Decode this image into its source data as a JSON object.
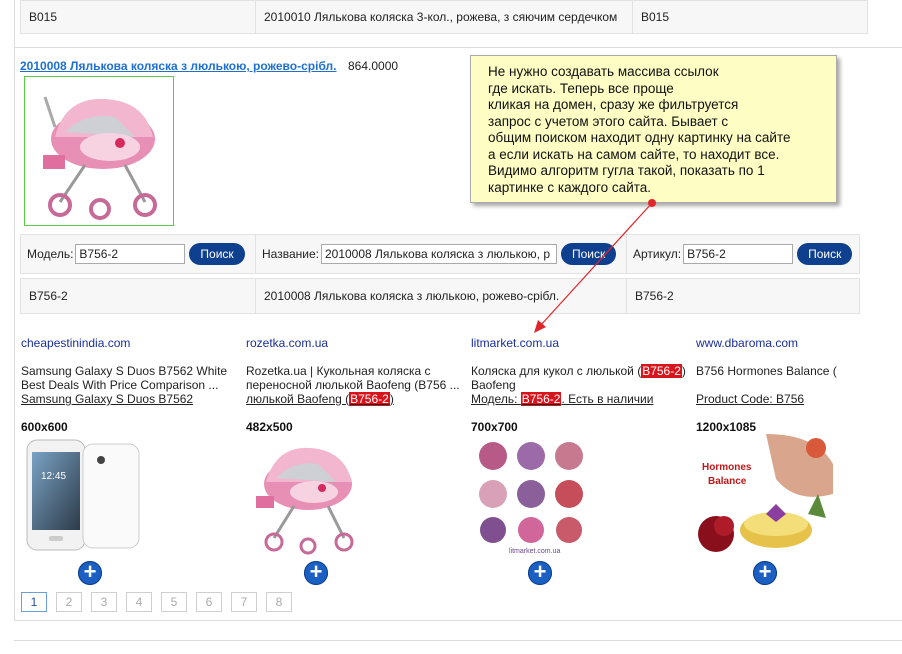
{
  "top_row": {
    "model": "B015",
    "name": "2010010 Лялькова коляска 3-кол., рожева, з сяючим сердечком",
    "article": "B015"
  },
  "product": {
    "title": "2010008 Лялькова коляска з люлькою, рожево-срібл.",
    "price": "864.0000"
  },
  "search": {
    "model_label": "Модель:",
    "model_value": "B756-2",
    "name_label": "Название:",
    "name_value": "2010008 Лялькова коляска з люлькою, р",
    "article_label": "Артикул:",
    "article_value": "B756-2",
    "button_label": "Поиск"
  },
  "values_row": {
    "model": "B756-2",
    "name": "2010008 Лялькова коляска з люлькою, рожево-срібл.",
    "article": "B756-2"
  },
  "note": {
    "lines": [
      "Не нужно создавать массива ссылок",
      "где искать. Теперь все проще",
      "кликая на домен, сразу же фильтруется",
      "запрос с учетом этого сайта. Бывает с",
      "общим поиском находит одну картинку на сайте",
      "а если искать на самом сайте, то находит все.",
      "Видимо алгоритм гугла такой, показать по 1",
      "картинке с каждого сайта."
    ]
  },
  "results": [
    {
      "domain": "cheapestinindia.com",
      "line1": "Samsung Galaxy S Duos B7562 White",
      "line2": "Best Deals With Price Comparison ...",
      "link": "Samsung Galaxy S Duos B7562",
      "dims": "600x600"
    },
    {
      "domain": "rozetka.com.ua",
      "line1": "Rozetka.ua | Кукольная коляска с",
      "line2": "переносной люлькой Baofeng (B756 ...",
      "link_pre": "люлькой Baofeng (",
      "link_hl": "B756-2",
      "link_post": ")",
      "dims": "482x500"
    },
    {
      "domain": "litmarket.com.ua",
      "line1_pre": "Коляска для кукол с люлькой (",
      "line1_hl": "B756-2",
      "line1_post": ")",
      "line2": "Baofeng",
      "link_pre": "Модель: ",
      "link_hl": "B756-2",
      "link_post": ". Есть в наличии",
      "dims": "700x700",
      "image_caption": "litmarket.com.ua"
    },
    {
      "domain": "www.dbaroma.com",
      "line1": "B756 Hormones Balance (",
      "link": "Product Code: B756",
      "dims": "1200x1085",
      "image_text1": "Hormones",
      "image_text2": "Balance"
    }
  ],
  "pager": [
    "1",
    "2",
    "3",
    "4",
    "5",
    "6",
    "7",
    "8"
  ],
  "colors": {
    "accent": "#0f3f8f",
    "highlight": "#d8141c",
    "link": "#1f6fd0",
    "domain": "#1a2f9c",
    "note_bg": "#fdfdc4",
    "arrow": "#e0262a"
  }
}
